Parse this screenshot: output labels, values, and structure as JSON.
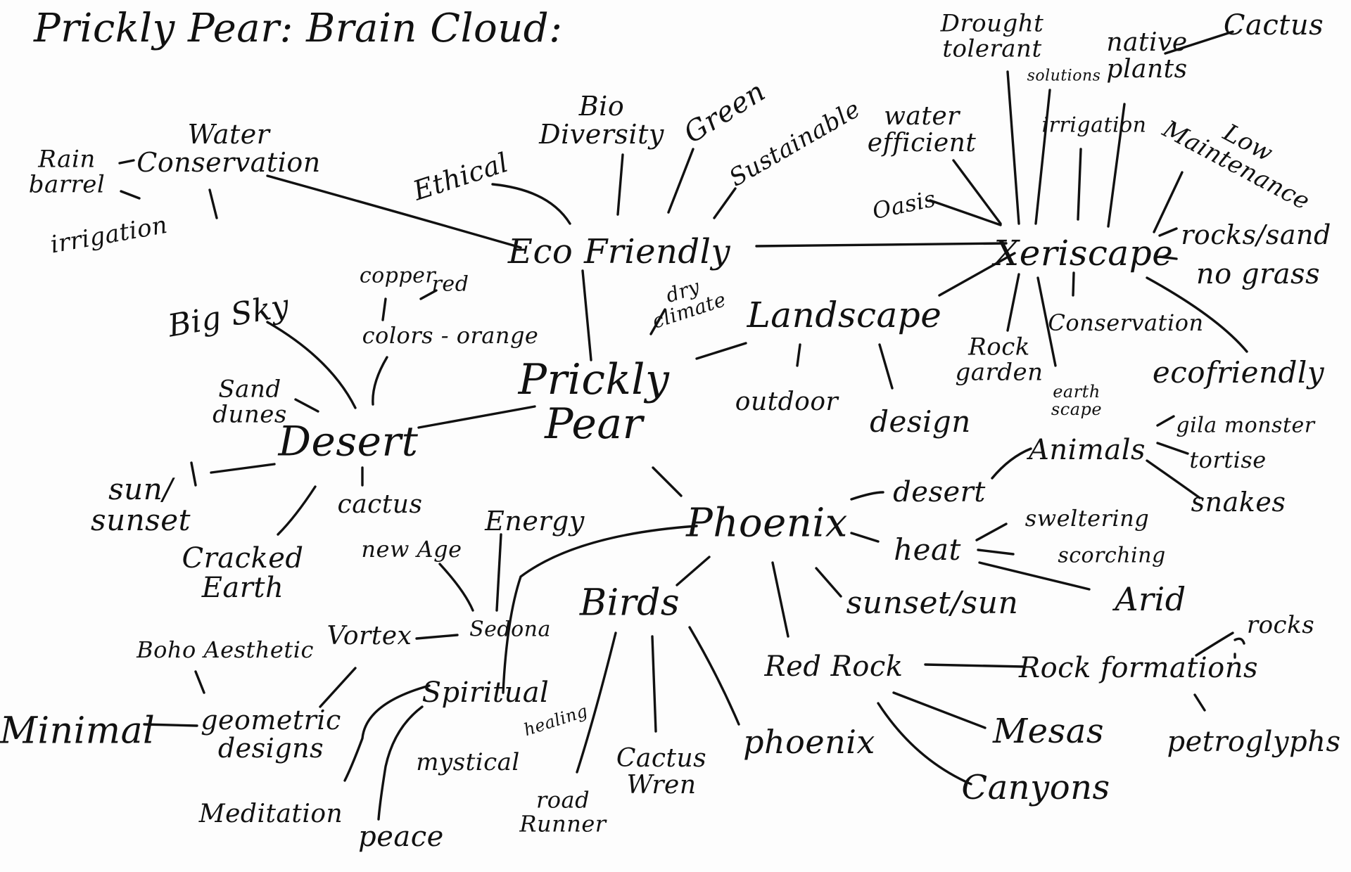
{
  "title": "Prickly Pear: Brain Cloud:",
  "nodes": {
    "prickly_pear": "Prickly\nPear",
    "eco_friendly": "Eco Friendly",
    "bio_diversity": "Bio\nDiversity",
    "ethical": "Ethical",
    "green": "Green",
    "sustainable": "Sustainable",
    "water_conservation": "Water\nConservation",
    "rain_barrel": "Rain\nbarrel",
    "irrigation_left": "irrigation",
    "dry_climate": "dry\nclimate",
    "landscape": "Landscape",
    "outdoor": "outdoor",
    "design": "design",
    "xeriscape": "Xeriscape",
    "drought_tolerant": "Drought\ntolerant",
    "solutions": "solutions",
    "native_plants": "native\nplants",
    "cactus_top": "Cactus",
    "irrigation_right": "irrigation",
    "low_maintenance": "Low\nMaintenance",
    "water_efficient": "water\nefficient",
    "oasis": "Oasis",
    "rocks_sand": "rocks/sand",
    "no_grass": "no grass",
    "rock_garden": "Rock\ngarden",
    "earth_scape": "earth\nscape",
    "conservation": "Conservation",
    "ecofriendly": "ecofriendly",
    "desert": "Desert",
    "big_sky": "Big Sky",
    "sand_dunes": "Sand\ndunes",
    "copper": "copper",
    "red": "red",
    "colors_orange": "colors - orange",
    "sun_sunset": "sun/\nsunset",
    "cracked_earth": "Cracked\nEarth",
    "cactus_desert": "cactus",
    "phoenix": "Phoenix",
    "desert_small": "desert",
    "animals": "Animals",
    "gila_monster": "gila monster",
    "tortise": "tortise",
    "snakes": "snakes",
    "heat": "heat",
    "sweltering": "sweltering",
    "scorching": "scorching",
    "arid": "Arid",
    "sunset_sun": "sunset/sun",
    "red_rock": "Red Rock",
    "rock_formations": "Rock formations",
    "rocks": "rocks",
    "petroglyphs": "petroglyphs",
    "mesas": "Mesas",
    "canyons": "Canyons",
    "birds": "Birds",
    "road_runner": "road\nRunner",
    "cactus_wren": "Cactus\nWren",
    "phoenix_bird": "phoenix",
    "sedona": "Sedona",
    "new_age": "new Age",
    "energy": "Energy",
    "vortex": "Vortex",
    "spiritual": "Spiritual",
    "boho_aesthetic": "Boho Aesthetic",
    "geometric_designs": "geometric\ndesigns",
    "minimal": "Minimal",
    "mystical": "mystical",
    "healing": "healing",
    "meditation": "Meditation",
    "peace": "peace"
  }
}
